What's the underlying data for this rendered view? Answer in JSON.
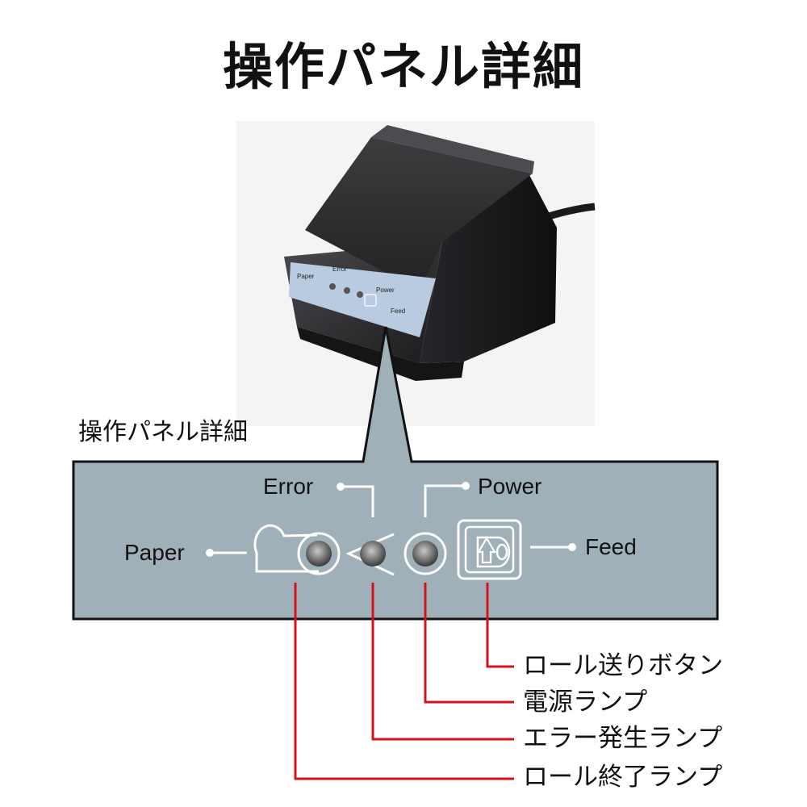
{
  "title": "操作パネル詳細",
  "subtitle": "操作パネル詳細",
  "photo_panel_labels": {
    "paper": "Paper",
    "error": "Error",
    "power": "Power",
    "feed": "Feed"
  },
  "panel_labels": {
    "error": "Error",
    "power": "Power",
    "paper": "Paper",
    "feed": "Feed"
  },
  "callouts": {
    "roll_feed_button": "ロール送りボタン",
    "power_lamp": "電源ランプ",
    "error_lamp": "エラー発生ランプ",
    "roll_end_lamp": "ロール終了ランプ"
  },
  "colors": {
    "panel": "#9fb0b9",
    "leader_red": "#d4121c",
    "line_white": "#ffffff",
    "printer_body": "#2a2a2c",
    "photo_panel": "#b8cbe0"
  },
  "icons": {
    "roll_end": "paper-roll-icon",
    "error": "error-wedge-icon",
    "power": "power-ring-icon",
    "feed": "feed-button-icon"
  }
}
